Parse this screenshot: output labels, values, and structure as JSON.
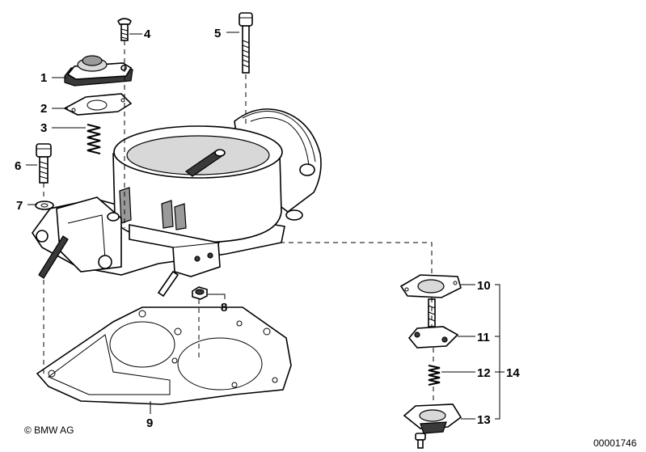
{
  "diagram": {
    "callouts": {
      "c1": "1",
      "c2": "2",
      "c3": "3",
      "c4": "4",
      "c5": "5",
      "c6": "6",
      "c7": "7",
      "c8": "8",
      "c9": "9",
      "c10": "10",
      "c11": "11",
      "c12": "12",
      "c13": "13",
      "c14": "14"
    },
    "copyright": "© BMW AG",
    "drawing_number": "00001746"
  }
}
